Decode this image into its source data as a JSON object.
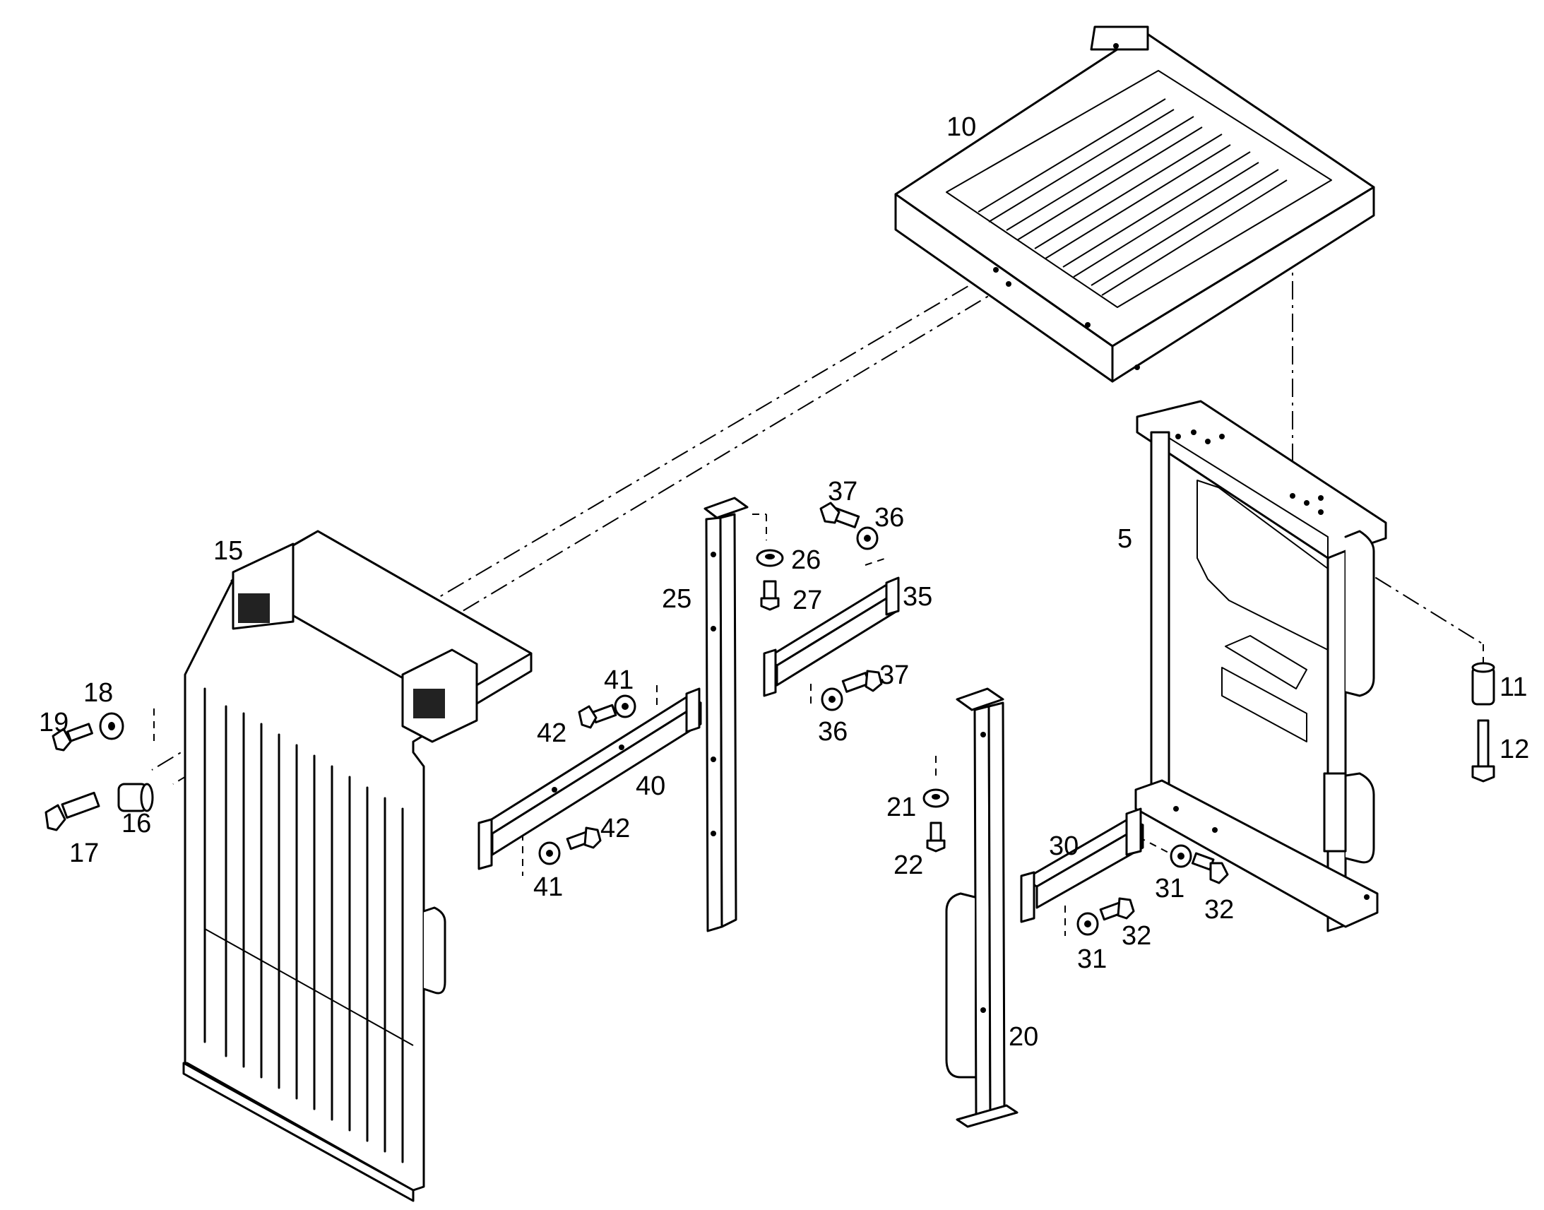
{
  "callouts": {
    "p5": "5",
    "p10": "10",
    "p11": "11",
    "p12": "12",
    "p15": "15",
    "p16": "16",
    "p17": "17",
    "p18": "18",
    "p19": "19",
    "p20": "20",
    "p21": "21",
    "p22": "22",
    "p25": "25",
    "p26": "26",
    "p27": "27",
    "p30": "30",
    "p31a": "31",
    "p31b": "31",
    "p32a": "32",
    "p32b": "32",
    "p35": "35",
    "p36a": "36",
    "p36b": "36",
    "p37a": "37",
    "p37b": "37",
    "p40": "40",
    "p41a": "41",
    "p41b": "41",
    "p42a": "42",
    "p42b": "42"
  }
}
